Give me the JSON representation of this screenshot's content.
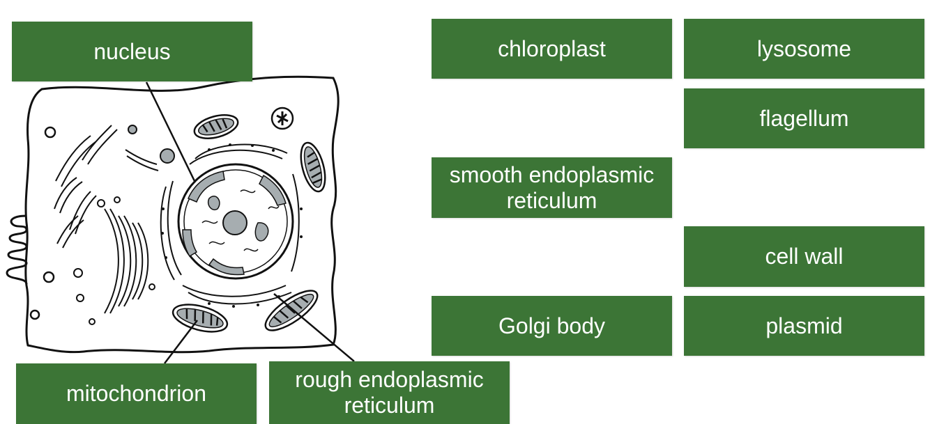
{
  "placed_labels": {
    "nucleus": "nucleus",
    "mitochondrion": "mitochondrion",
    "rough_er": "rough endoplasmic reticulum"
  },
  "label_bank": {
    "chloroplast": "chloroplast",
    "lysosome": "lysosome",
    "flagellum": "flagellum",
    "smooth_er": "smooth endoplasmic reticulum",
    "cell_wall": "cell wall",
    "golgi_body": "Golgi body",
    "plasmid": "plasmid"
  },
  "colors": {
    "label_bg": "#3c7536",
    "label_text": "#ffffff",
    "organelle_fill": "#a6adb0",
    "outline": "#111111"
  }
}
